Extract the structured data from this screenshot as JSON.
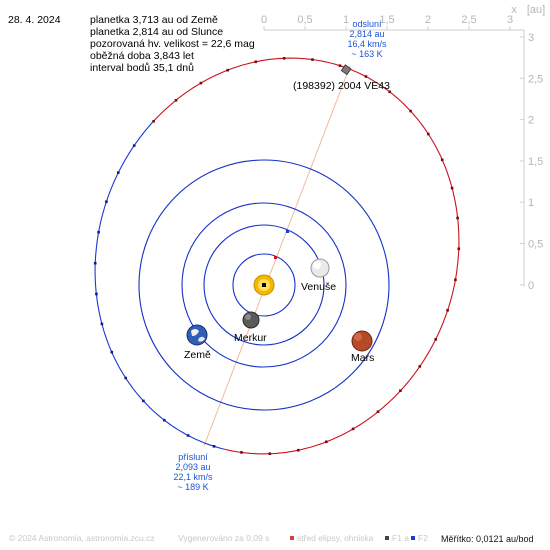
{
  "info": {
    "date": "28. 4. 2024",
    "lines": [
      "planetka 3,713 au od Země",
      "planetka 2,814 au od Slunce",
      "pozorovaná hv. velikost = 22,6 mag",
      "oběžná doba 3,843 let",
      "interval bodů 35,1 dnů"
    ]
  },
  "object_name": "(198392) 2004 VE43",
  "aphelion": {
    "title": "odsluní",
    "distance": "2,814 au",
    "speed": "16,4 km/s",
    "temperature": "~ 163 K"
  },
  "perihelion": {
    "title": "přísluní",
    "distance": "2,093 au",
    "speed": "22,1 km/s",
    "temperature": "~ 189 K"
  },
  "planets": {
    "venus": "Venuše",
    "earth": "Země",
    "mercury": "Merkur",
    "mars": "Mars"
  },
  "axis_x": {
    "label": "x",
    "ticks": [
      "0",
      "0,5",
      "1",
      "1,5",
      "2",
      "2,5",
      "3"
    ]
  },
  "axis_y": {
    "unit": "[au]",
    "ticks": [
      "3",
      "2,5",
      "2",
      "1,5",
      "1",
      "0,5",
      "0"
    ]
  },
  "footer": {
    "copyright": "© 2024 Astronomia, astronomia.zcu.cz",
    "generated": "Vygenerováno za 0,09 s",
    "legend_center": "střed elipsy, ohniska",
    "legend_f1": "F1 a",
    "legend_f2": "F2",
    "scale": "Měřítko: 0,0121 au/bod"
  },
  "colors": {
    "planet_orbit": "#1430c8",
    "asteroid_orbit_near": "#c8141e",
    "asteroid_orbit_far": "#1a3ad2",
    "apsis_line": "#f4b89a",
    "label_blue": "#1a55d8"
  }
}
